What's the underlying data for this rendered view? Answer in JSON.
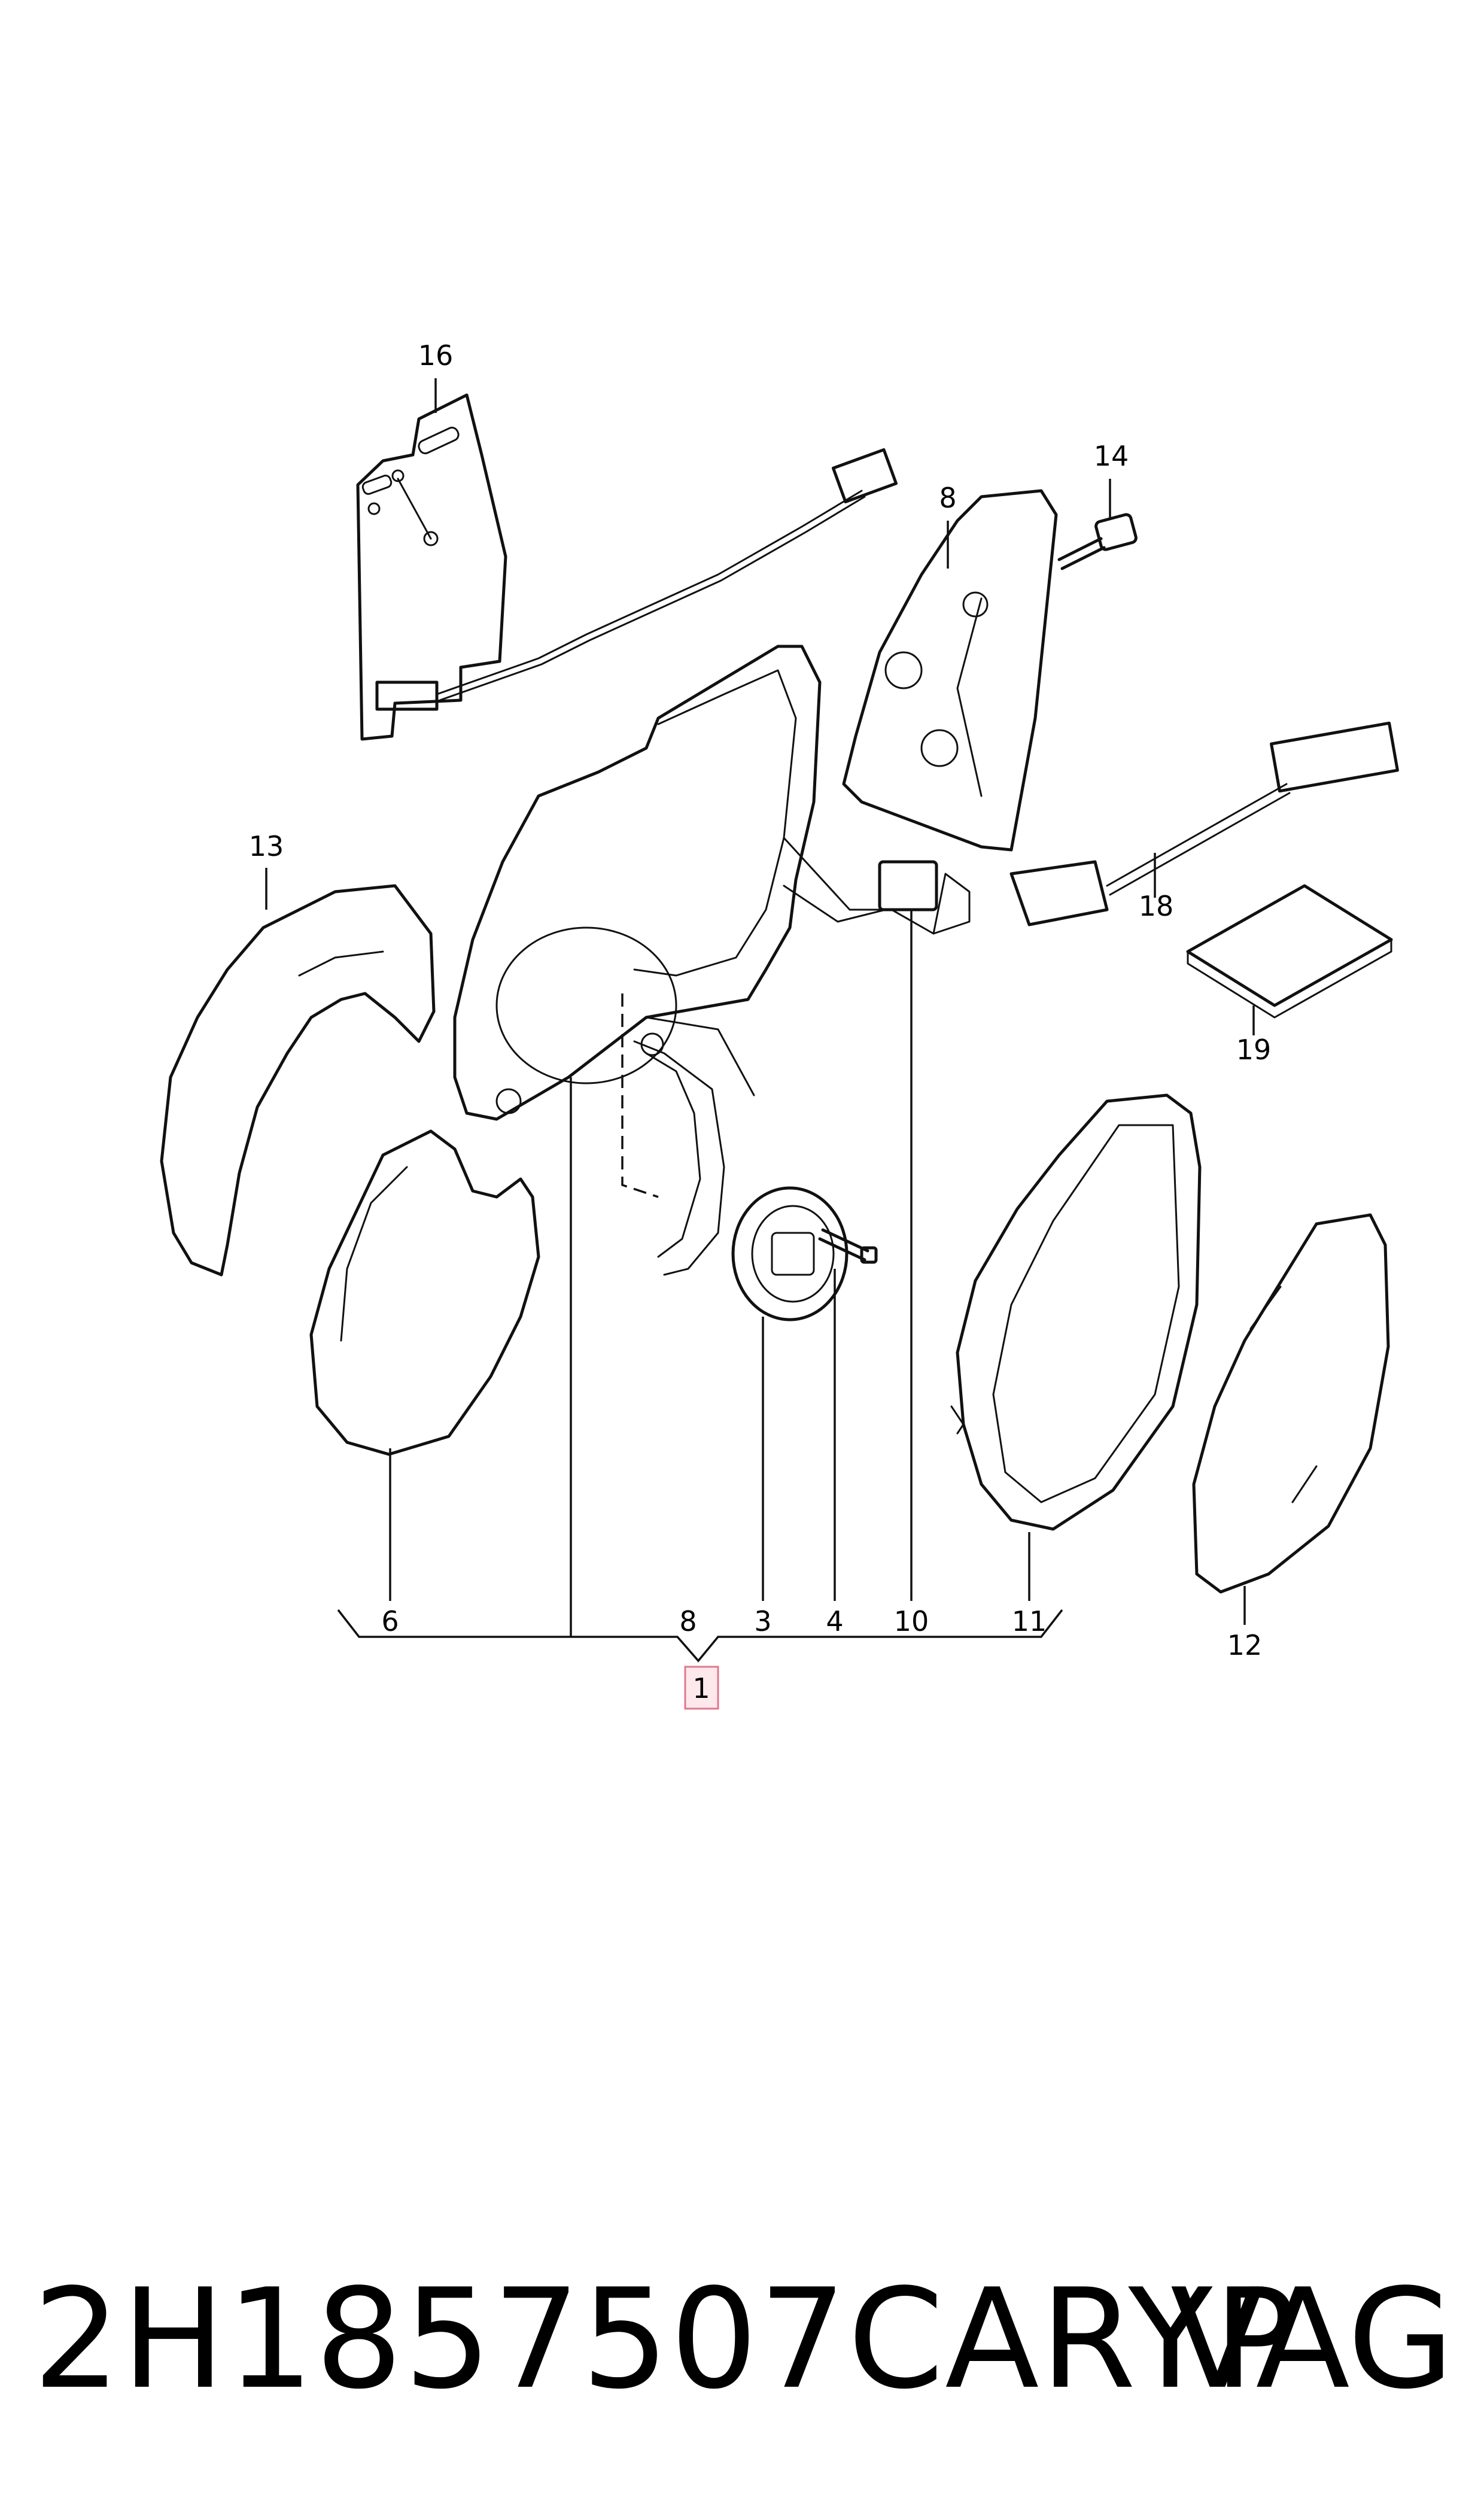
{
  "diagram": {
    "callouts": [
      {
        "id": "16",
        "text": "16"
      },
      {
        "id": "8-top",
        "text": "8"
      },
      {
        "id": "14",
        "text": "14"
      },
      {
        "id": "13",
        "text": "13"
      },
      {
        "id": "18",
        "text": "18"
      },
      {
        "id": "19",
        "text": "19"
      },
      {
        "id": "6",
        "text": "6"
      },
      {
        "id": "8-bottom",
        "text": "8"
      },
      {
        "id": "3",
        "text": "3"
      },
      {
        "id": "4",
        "text": "4"
      },
      {
        "id": "10",
        "text": "10"
      },
      {
        "id": "11",
        "text": "11"
      },
      {
        "id": "12",
        "text": "12"
      },
      {
        "id": "1",
        "text": "1"
      }
    ],
    "parts": [
      "wiring-harness-bracket",
      "heating-element-pad",
      "screw",
      "mirror-cap-cover",
      "connector-cable",
      "adhesive-pad",
      "mirror-housing-shell",
      "mirror-base",
      "adjustment-motor",
      "motor-screw",
      "plug-connector",
      "mirror-glass-frame",
      "mirror-glass"
    ]
  },
  "footer": {
    "part_number": "2H1857507CARYP",
    "brand": "VAG"
  }
}
